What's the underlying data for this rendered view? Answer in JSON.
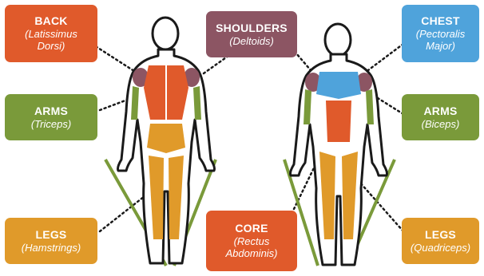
{
  "colors": {
    "back": "#E05A2B",
    "shoulders": "#8C5563",
    "chest": "#4FA3DB",
    "arms": "#7A9A3A",
    "core": "#E05A2B",
    "legs": "#E09A2A",
    "outline": "#1a1a1a",
    "band": "#7A9A3A"
  },
  "labels": {
    "back": {
      "title": "BACK",
      "line1": "(Latissimus",
      "line2": "Dorsi)"
    },
    "shoulders": {
      "title": "SHOULDERS",
      "line1": "(Deltoids)"
    },
    "chest": {
      "title": "CHEST",
      "line1": "(Pectoralis",
      "line2": "Major)"
    },
    "arms_left": {
      "title": "ARMS",
      "line1": "(Triceps)"
    },
    "arms_right": {
      "title": "ARMS",
      "line1": "(Biceps)"
    },
    "core": {
      "title": "CORE",
      "line1": "(Rectus",
      "line2": "Abdominis)"
    },
    "legs_left": {
      "title": "LEGS",
      "line1": "(Hamstrings)"
    },
    "legs_right": {
      "title": "LEGS",
      "line1": "(Quadriceps)"
    }
  }
}
